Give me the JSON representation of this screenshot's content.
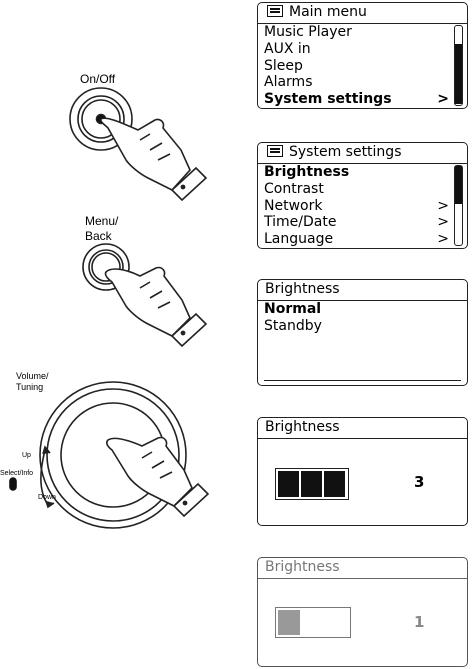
{
  "controls": {
    "on_off": "On/Off",
    "menu_back": "Menu/\nBack",
    "volume_tuning": "Volume/\nTuning",
    "select_info": "Select/Info",
    "up": "Up",
    "down": "Down"
  },
  "screens": {
    "main_menu": {
      "title": "Main menu",
      "items": [
        "Music Player",
        "AUX in",
        "Sleep",
        "Alarms",
        "System settings"
      ],
      "selected": "System settings",
      "arrow": ">"
    },
    "system_settings": {
      "title": "System settings",
      "items": [
        "Brightness",
        "Contrast",
        "Network",
        "Time/Date",
        "Language"
      ],
      "selected": "Brightness",
      "arrow": ">"
    },
    "brightness_list": {
      "title": "Brightness",
      "items": [
        "Normal",
        "Standby"
      ],
      "selected": "Normal"
    },
    "brightness_level_3": {
      "title": "Brightness",
      "level": "3",
      "filled_segments": 3,
      "total_segments": 3
    },
    "brightness_level_1": {
      "title": "Brightness",
      "level": "1",
      "filled_segments": 1,
      "total_segments": 3
    }
  }
}
